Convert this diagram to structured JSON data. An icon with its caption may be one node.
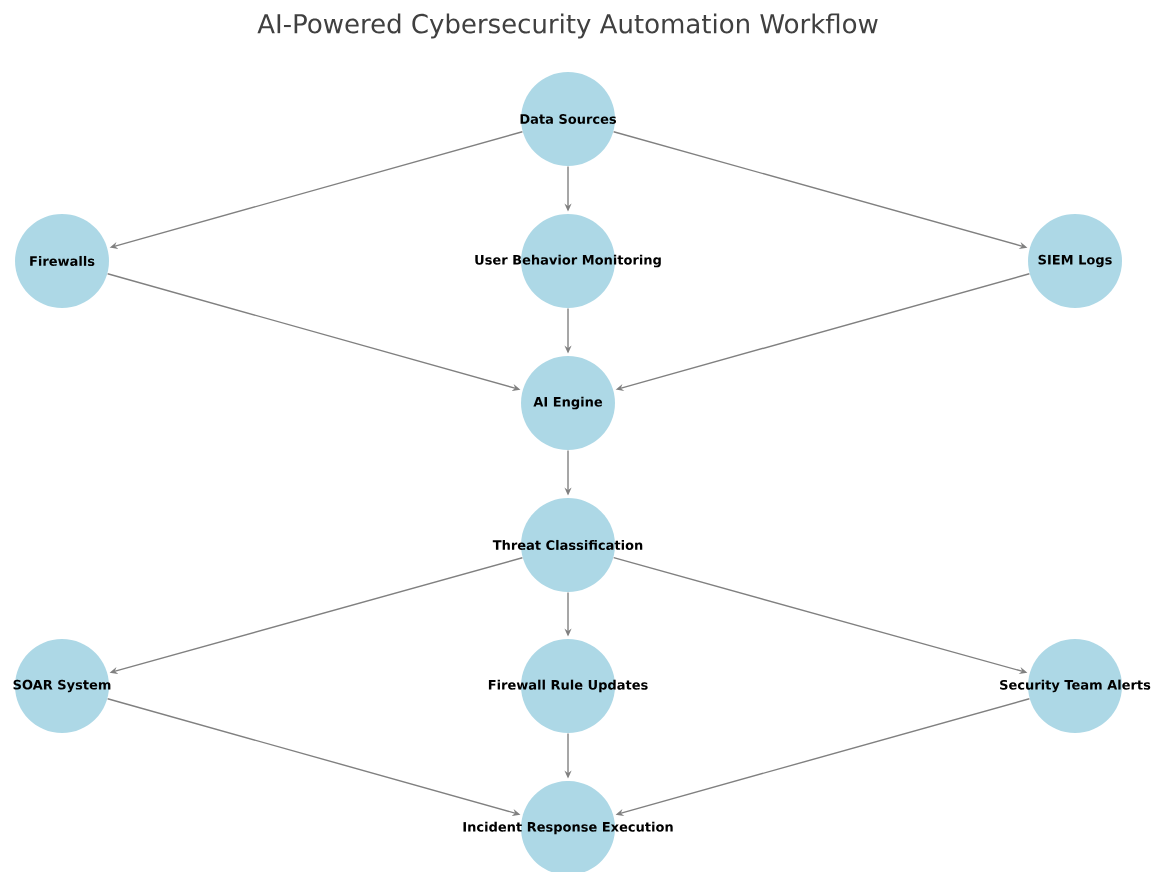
{
  "diagram": {
    "title": "AI-Powered Cybersecurity Automation Workflow",
    "nodes": [
      {
        "text": [
          "Data Sources"
        ]
      },
      {
        "text": [
          "Firewalls"
        ]
      },
      {
        "text": [
          "User Behavior Monitoring"
        ]
      },
      {
        "text": [
          "SIEM Logs"
        ]
      },
      {
        "text": [
          "AI Engine"
        ]
      },
      {
        "text": [
          "Threat Classification"
        ]
      },
      {
        "text": [
          "SOAR System"
        ]
      },
      {
        "text": [
          "Firewall Rule Updates"
        ]
      },
      {
        "text": [
          "Security Team Alerts"
        ]
      },
      {
        "text": [
          "Incident Response Execution"
        ]
      }
    ],
    "edges": [
      {
        "from": 0,
        "to": 1,
        "arrow": "to"
      },
      {
        "from": 0,
        "to": 2,
        "arrow": "to"
      },
      {
        "from": 0,
        "to": 3,
        "arrow": "to"
      },
      {
        "from": 1,
        "to": 4,
        "arrow": "to"
      },
      {
        "from": 2,
        "to": 4,
        "arrow": "to"
      },
      {
        "from": 3,
        "to": 4,
        "arrow": "to"
      },
      {
        "from": 4,
        "to": 5,
        "arrow": "to"
      },
      {
        "from": 5,
        "to": 6,
        "arrow": "to"
      },
      {
        "from": 5,
        "to": 7,
        "arrow": "to"
      },
      {
        "from": 5,
        "to": 8,
        "arrow": "to"
      },
      {
        "from": 6,
        "to": 9,
        "arrow": "to"
      },
      {
        "from": 7,
        "to": 9,
        "arrow": "to"
      },
      {
        "from": 8,
        "to": 9,
        "arrow": "to"
      }
    ]
  }
}
